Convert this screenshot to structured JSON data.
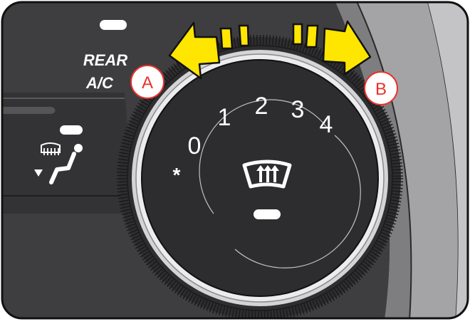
{
  "button_labels": {
    "rear": "REAR",
    "ac": "A/C"
  },
  "callouts": [
    {
      "letter": "A"
    },
    {
      "letter": "B"
    }
  ],
  "dial": {
    "scale_marks": [
      "*",
      "0",
      "1",
      "2",
      "3",
      "4"
    ],
    "center_icon": "front-defrost-icon"
  },
  "side_button_icons": [
    "rear-defrost-icon",
    "floor-defrost-airflow-icon"
  ],
  "colors": {
    "panel": "#3e3e40",
    "dial_face": "#2d2d2f",
    "indicator": "#ffffff",
    "arrow_fill": "#ffe600",
    "callout": "#e8322c",
    "side_panel": "#9a9a9c"
  }
}
